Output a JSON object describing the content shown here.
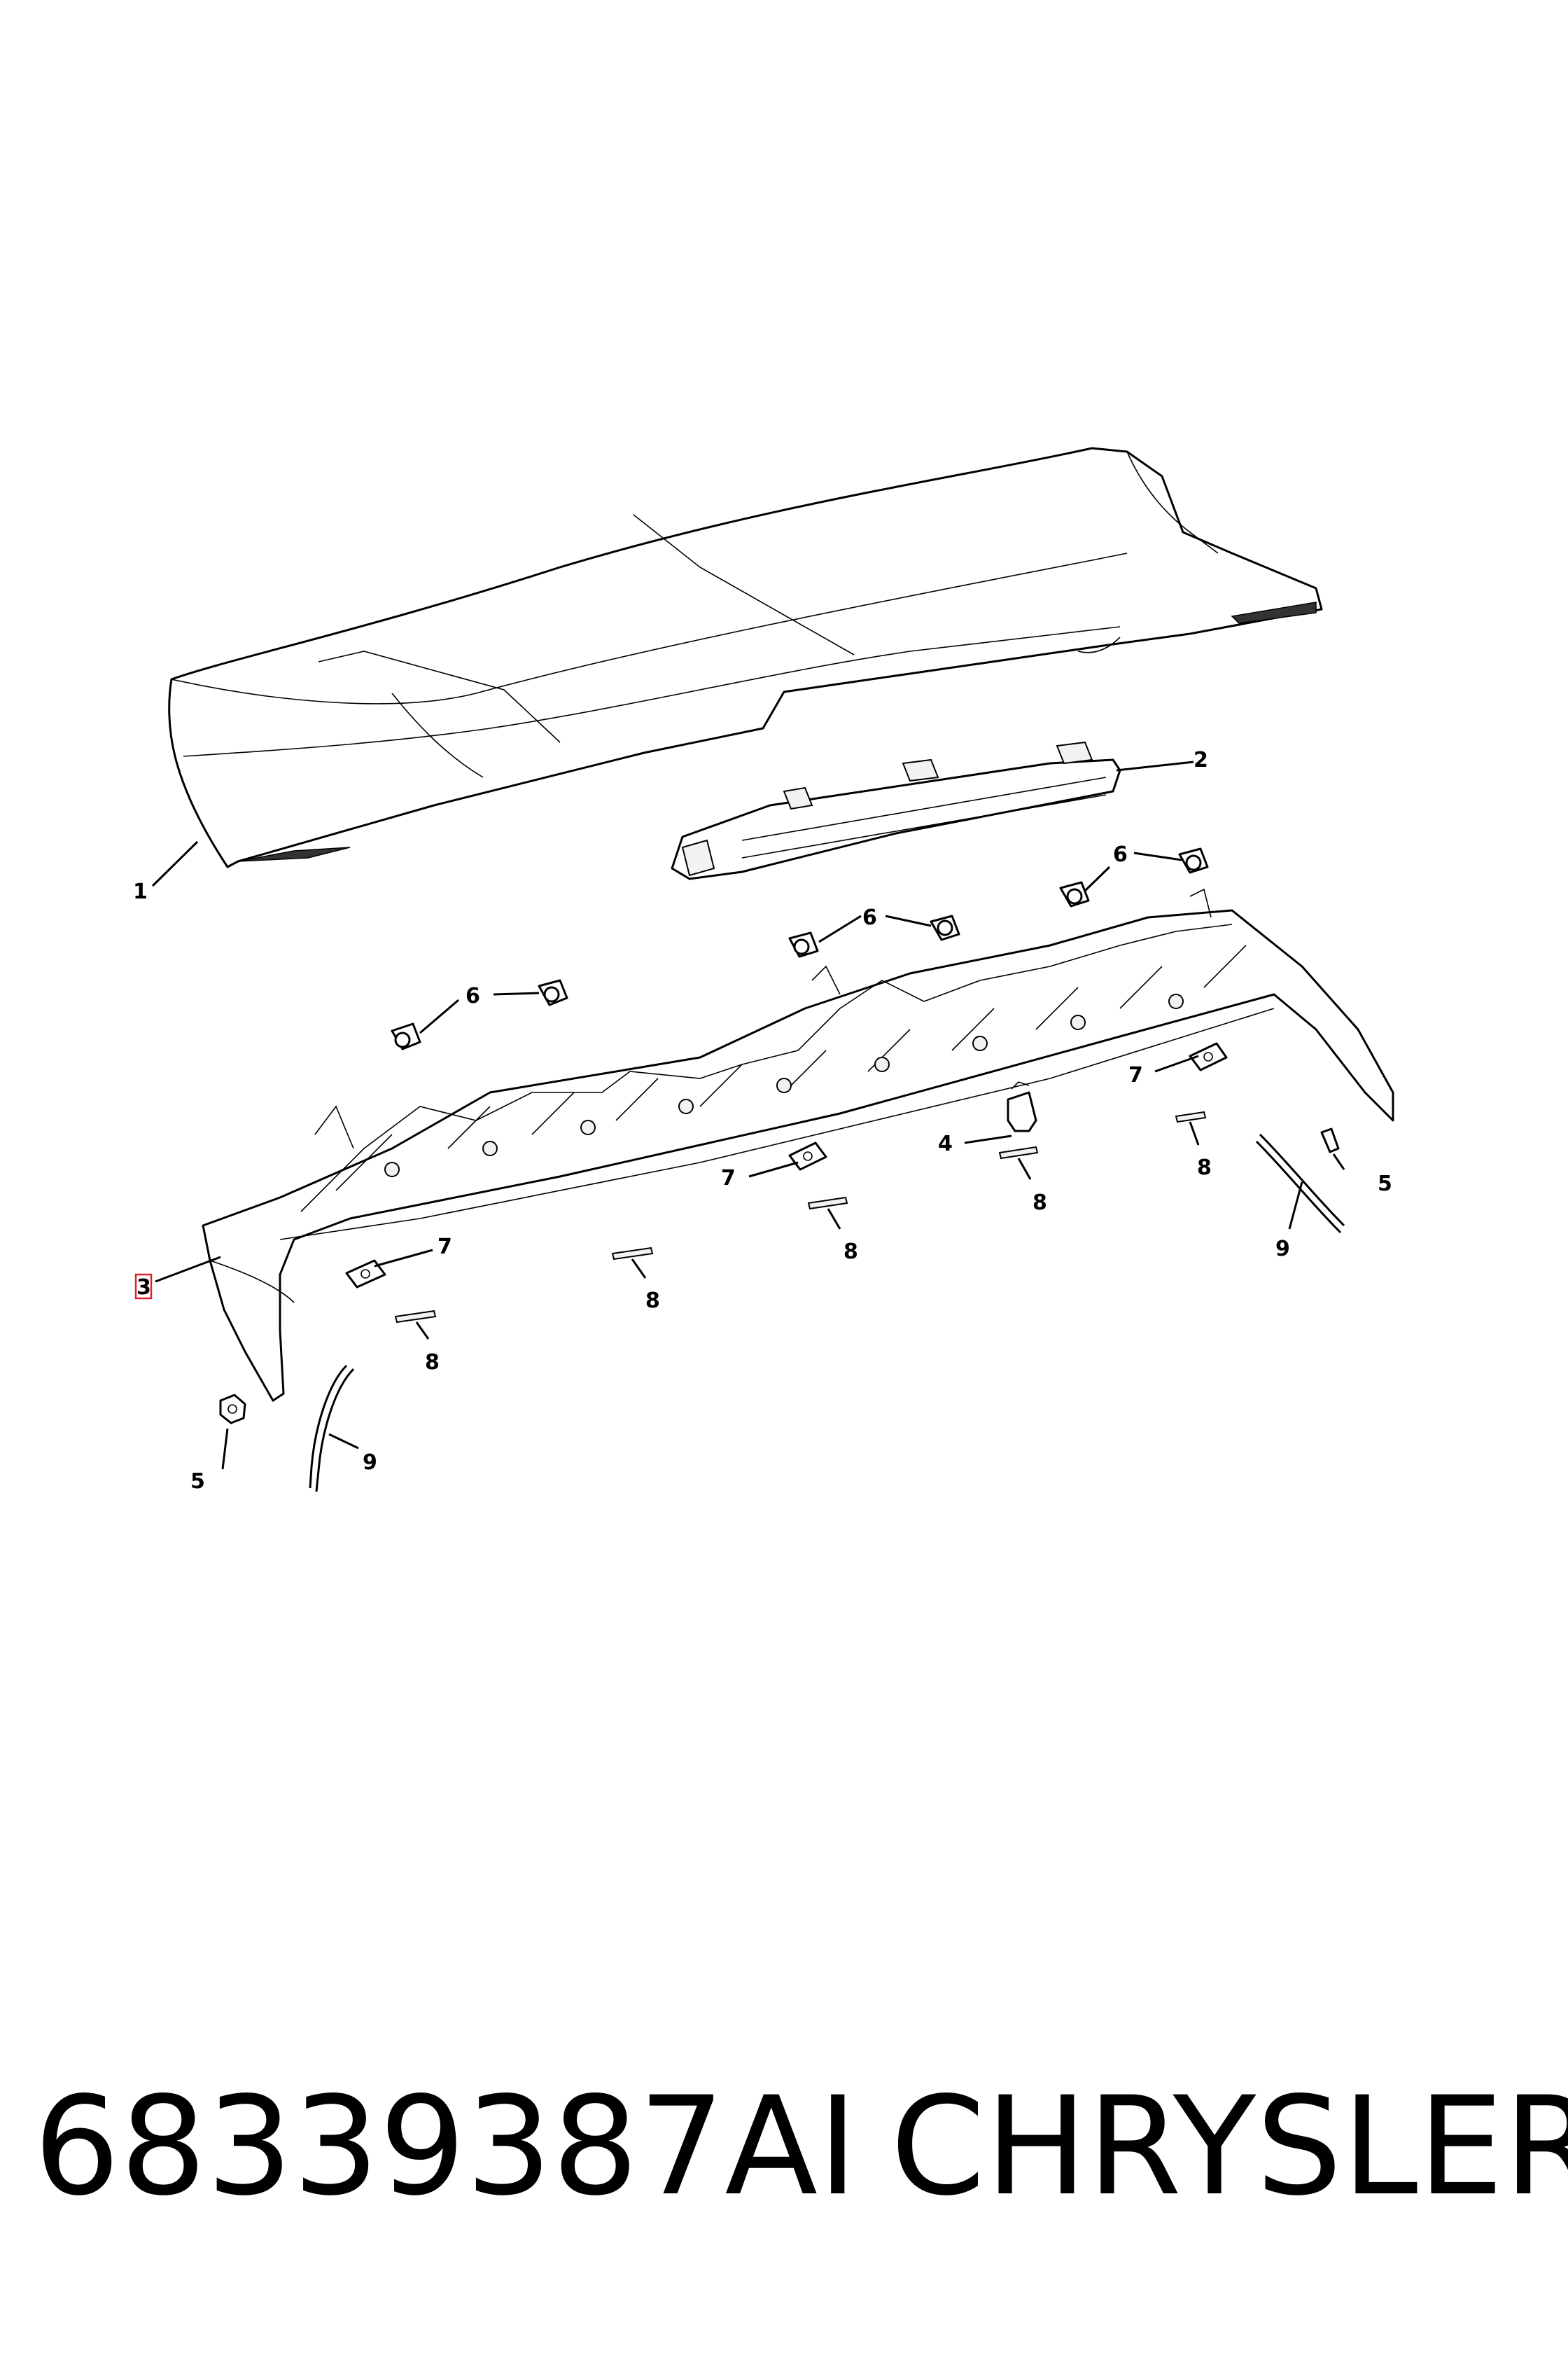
{
  "callouts": {
    "c1": "1",
    "c2": "2",
    "c3": "3",
    "c4": "4",
    "c5a": "5",
    "c5b": "5",
    "c6a": "6",
    "c6b": "6",
    "c6c": "6",
    "c7a": "7",
    "c7b": "7",
    "c7c": "7",
    "c8a": "8",
    "c8b": "8",
    "c8c": "8",
    "c8d": "8",
    "c8e": "8",
    "c9a": "9",
    "c9b": "9"
  },
  "footer": {
    "part_number": "68339387AI",
    "brand": "CHRYSLER"
  },
  "colors": {
    "line": "#000000",
    "highlight_box": "#e0202a"
  }
}
